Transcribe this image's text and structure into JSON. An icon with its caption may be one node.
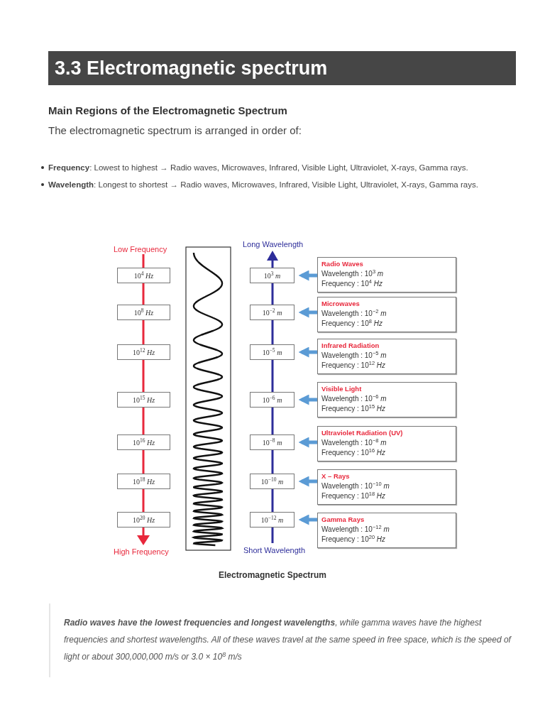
{
  "diagram": {
    "title": "3.3 Electromagnetic spectrum",
    "caption": "Electromagnetic Spectrum",
    "nodes": [
      {
        "text": [
          "10$^{4}$ *Hz*"
        ]
      },
      {
        "text": [
          "10$^{8}$ *Hz*"
        ]
      },
      {
        "text": [
          "10$^{12}$ *Hz*"
        ]
      },
      {
        "text": [
          "10$^{15}$ *Hz*"
        ]
      },
      {
        "text": [
          "10$^{16}$ *Hz*"
        ]
      },
      {
        "text": [
          "10$^{18}$ *Hz*"
        ]
      },
      {
        "text": [
          "10$^{20}$ *Hz*"
        ]
      },
      {
        "text": [
          "10$^{3}$ *m*"
        ]
      },
      {
        "text": [
          "10$^{−2}$ *m*"
        ]
      },
      {
        "text": [
          "10$^{−5}$ *m*"
        ]
      },
      {
        "text": [
          "10$^{−6}$ *m*"
        ]
      },
      {
        "text": [
          "10$^{−8}$ *m*"
        ]
      },
      {
        "text": [
          "10$^{−10}$ *m*"
        ]
      },
      {
        "text": [
          "10$^{−12}$ *m*"
        ]
      },
      {
        "text": [
          "Radio Waves",
          "Wavelength : 10$^{3}$ *m*",
          "Frequency : 10$^{4}$ *Hz*"
        ]
      },
      {
        "text": [
          "Microwaves",
          "Wavelength : 10$^{−2}$ *m*",
          "Frequency : 10$^{8}$ *Hz*"
        ]
      },
      {
        "text": [
          "Infrared Radiation",
          "Wavelength : 10$^{−5}$ *m*",
          "Frequency : 10$^{12}$ *Hz*"
        ]
      },
      {
        "text": [
          "Visible Light",
          "Wavelength : 10$^{−6}$ *m*",
          "Frequency : 10$^{15}$ *Hz*"
        ]
      },
      {
        "text": [
          "Ultraviolet Radiation (UV)",
          "Wavelength : 10$^{−8}$ *m*",
          "Frequency : 10$^{16}$ *Hz*"
        ]
      },
      {
        "text": [
          "X – Rays",
          "Wavelength : 10$^{−10}$ *m*",
          "Frequency : 10$^{18}$ *Hz*"
        ]
      },
      {
        "text": [
          "Gamma Rays",
          "Wavelength : 10$^{−12}$ *m*",
          "Frequency : 10$^{20}$ *Hz*"
        ]
      }
    ],
    "edges": [
      {
        "from": 14,
        "to": 7,
        "arrow": "to"
      },
      {
        "from": 15,
        "to": 8,
        "arrow": "to"
      },
      {
        "from": 16,
        "to": 9,
        "arrow": "to"
      },
      {
        "from": 17,
        "to": 10,
        "arrow": "to"
      },
      {
        "from": 18,
        "to": 11,
        "arrow": "to"
      },
      {
        "from": 19,
        "to": 12,
        "arrow": "to"
      },
      {
        "from": 20,
        "to": 13,
        "arrow": "to"
      }
    ],
    "labels": [
      "Main Regions of the Electromagnetic Spectrum",
      "The electromagnetic spectrum is arranged in order of:",
      "**Frequency**: Lowest to highest → Radio waves, Microwaves, Infrared, Visible Light, Ultraviolet, X-rays, Gamma rays.",
      "**Wavelength**: Longest to shortest → Radio waves, Microwaves, Infrared, Visible Light, Ultraviolet, X-rays, Gamma rays.",
      "Low Frequency",
      "Long Wavelength",
      "High Frequency",
      "Short Wavelength",
      "**Radio waves have the lowest frequencies and longest wavelengths**, while gamma waves have the highest frequencies and shortest wavelengths. All of these waves travel at the same speed in free space, which is the speed of light or about 300,000,000 m/s or 3.0 × 10$^{8}$ m/s"
    ]
  }
}
